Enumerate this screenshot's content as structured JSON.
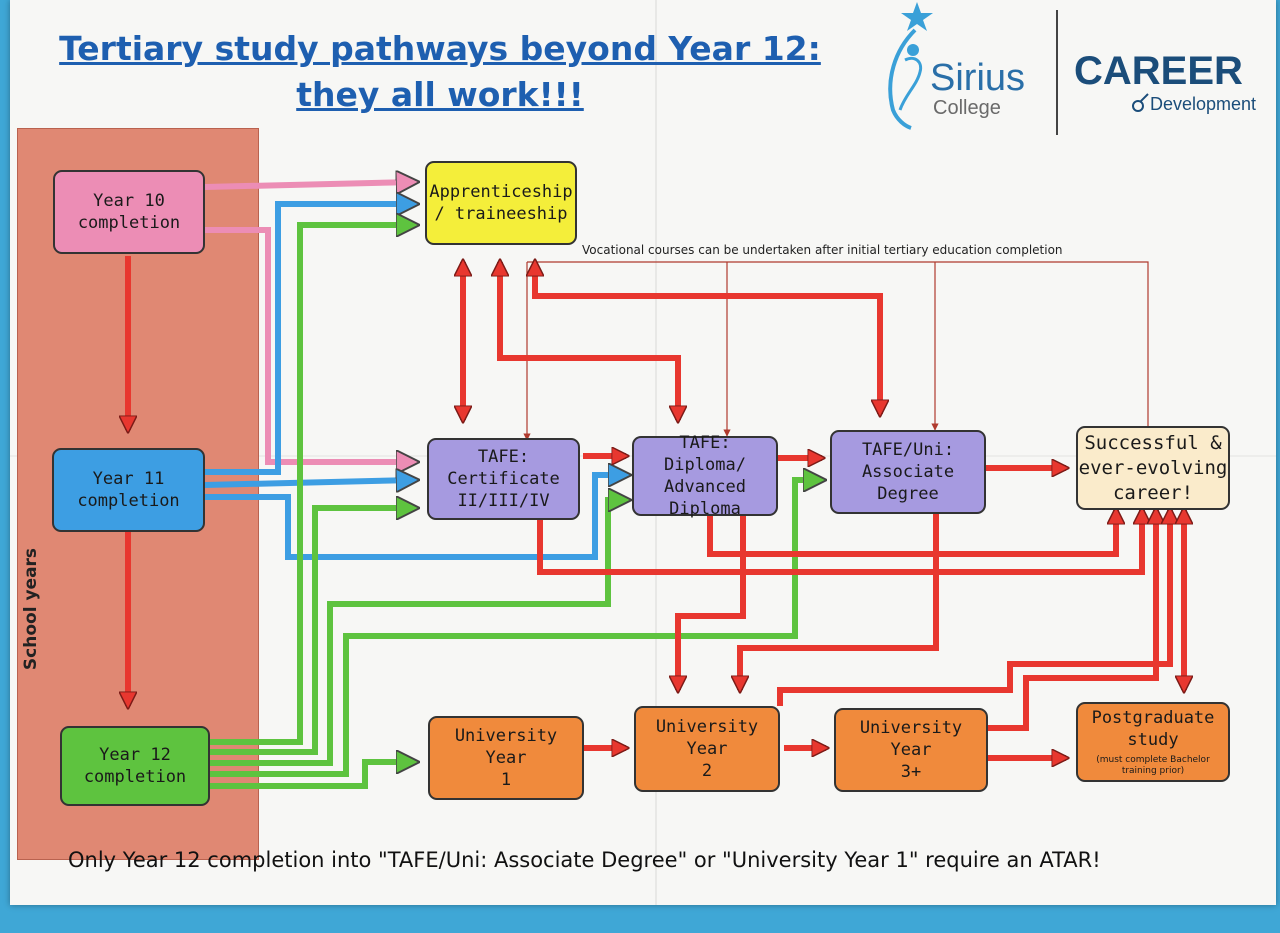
{
  "title": {
    "line1": "Tertiary study pathways beyond Year 12:",
    "line2": "they all work!!!"
  },
  "logos": {
    "sirius_name": "Sirius",
    "sirius_sub": "College",
    "career_name": "CAREER",
    "career_sub": "Development"
  },
  "school_years_label": "School years",
  "nodes": {
    "year10": "Year 10\ncompletion",
    "year11": "Year 11\ncompletion",
    "year12": "Year 12\ncompletion",
    "apprenticeship": "Apprenticeship\n/ traineeship",
    "tafe_cert": "TAFE:\nCertificate\nII/III/IV",
    "tafe_diploma": "TAFE: Diploma/\nAdvanced\nDiploma",
    "associate_degree": "TAFE/Uni:\nAssociate\nDegree",
    "career": "Successful &\never-evolving\ncareer!",
    "uni_year1": "University Year\n1",
    "uni_year2": "University Year\n2",
    "uni_year3": "University Year\n3+",
    "postgrad": "Postgraduate\nstudy",
    "postgrad_note": "(must complete Bachelor\ntraining prior)"
  },
  "vocational_note": "Vocational courses can be undertaken after initial tertiary education completion",
  "footer_note": "Only Year 12 completion into \"TAFE/Uni: Associate Degree\" or \"University Year 1\" require an ATAR!",
  "colors": {
    "pink": "#ec8db5",
    "blue": "#3d9ee3",
    "green": "#5ec33f",
    "red": "#e8372f",
    "yellow": "#f4ee3a",
    "purple": "#a69ae0",
    "orange": "#f08a3c",
    "cream": "#faebcb",
    "title_blue": "#1e5fb0"
  }
}
